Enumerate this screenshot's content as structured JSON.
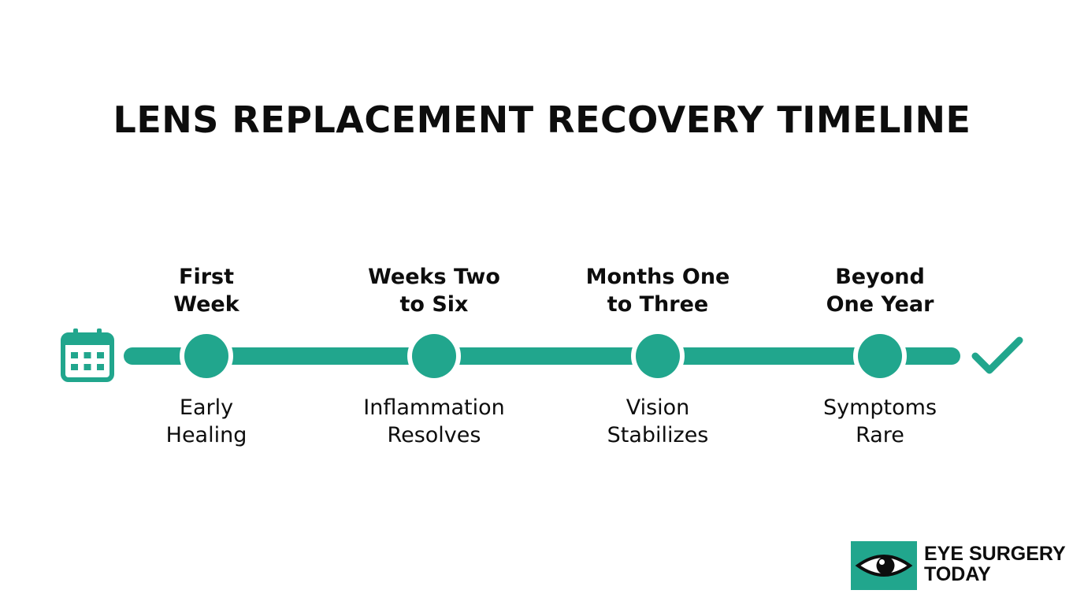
{
  "title": "LENS REPLACEMENT RECOVERY TIMELINE",
  "colors": {
    "accent": "#21a68d",
    "text": "#0d0d0d",
    "background": "#ffffff"
  },
  "icons": {
    "start": "calendar-icon",
    "end": "checkmark-icon",
    "logo": "eye-icon"
  },
  "milestones": [
    {
      "period": "First\nWeek",
      "status": "Early\nHealing"
    },
    {
      "period": "Weeks Two\nto Six",
      "status": "Inflammation\nResolves"
    },
    {
      "period": "Months One\nto Three",
      "status": "Vision\nStabilizes"
    },
    {
      "period": "Beyond\nOne Year",
      "status": "Symptoms\nRare"
    }
  ],
  "brand": {
    "line1": "EYE SURGERY",
    "line2": "TODAY"
  }
}
